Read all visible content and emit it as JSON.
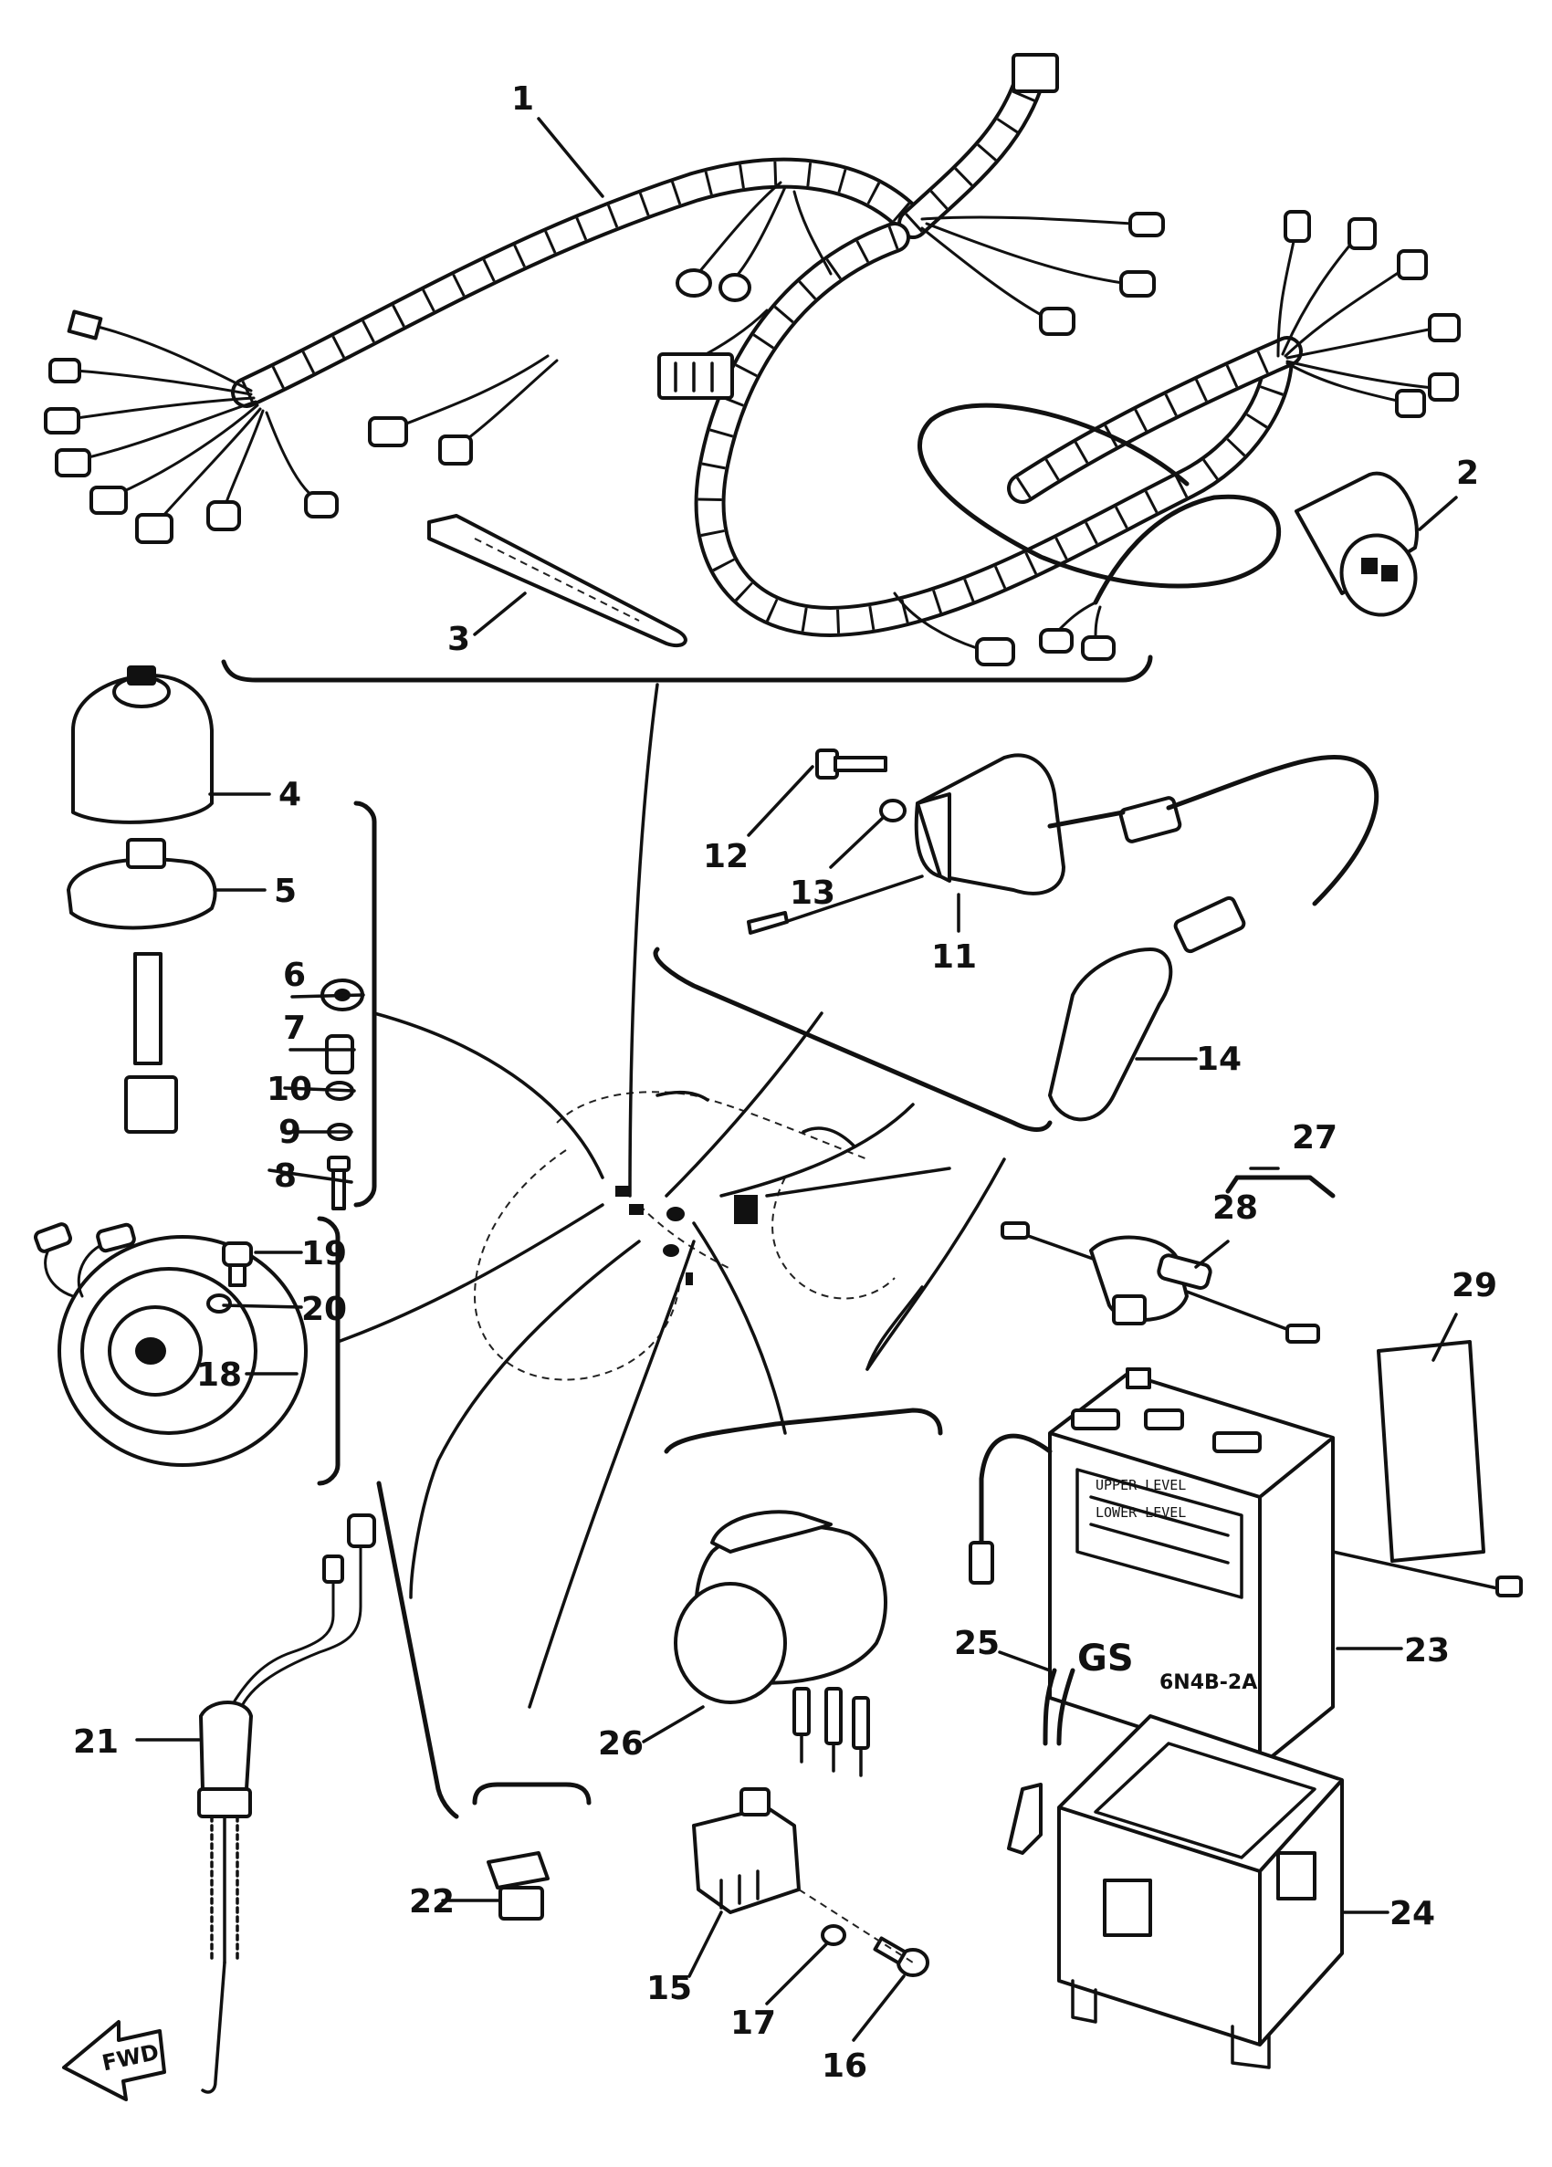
{
  "callouts": [
    {
      "id": "1",
      "label": "1"
    },
    {
      "id": "2",
      "label": "2"
    },
    {
      "id": "3",
      "label": "3"
    },
    {
      "id": "4",
      "label": "4"
    },
    {
      "id": "5",
      "label": "5"
    },
    {
      "id": "6",
      "label": "6"
    },
    {
      "id": "7",
      "label": "7"
    },
    {
      "id": "8",
      "label": "8"
    },
    {
      "id": "9",
      "label": "9"
    },
    {
      "id": "10",
      "label": "10"
    },
    {
      "id": "11",
      "label": "11"
    },
    {
      "id": "12",
      "label": "12"
    },
    {
      "id": "13",
      "label": "13"
    },
    {
      "id": "14",
      "label": "14"
    },
    {
      "id": "15",
      "label": "15"
    },
    {
      "id": "16",
      "label": "16"
    },
    {
      "id": "17",
      "label": "17"
    },
    {
      "id": "18",
      "label": "18"
    },
    {
      "id": "19",
      "label": "19"
    },
    {
      "id": "20",
      "label": "20"
    },
    {
      "id": "21",
      "label": "21"
    },
    {
      "id": "22",
      "label": "22"
    },
    {
      "id": "23",
      "label": "23"
    },
    {
      "id": "24",
      "label": "24"
    },
    {
      "id": "25",
      "label": "25"
    },
    {
      "id": "26",
      "label": "26"
    },
    {
      "id": "27",
      "label": "27"
    },
    {
      "id": "28",
      "label": "28"
    },
    {
      "id": "29",
      "label": "29"
    }
  ],
  "battery": {
    "brand_mark": "GS",
    "model_code": "6N4B-2A",
    "upper_level": "UPPER LEVEL",
    "lower_level": "LOWER LEVEL"
  },
  "direction_arrow": {
    "label": "FWD"
  }
}
